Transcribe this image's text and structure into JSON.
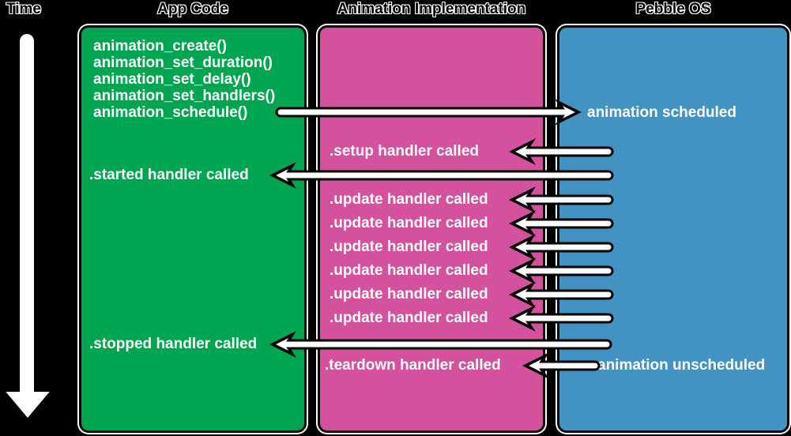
{
  "headers": {
    "time": "Time",
    "app_code": "App Code",
    "animation_implementation": "Animation Implementation",
    "pebble_os": "Pebble OS"
  },
  "colors": {
    "background": "#000000",
    "app_code_bg": "#00A551",
    "impl_bg": "#D4519D",
    "os_bg": "#4293C2",
    "text": "#FFFFFF",
    "arrow_fill": "#FFFFFF",
    "arrow_outline": "#000000"
  },
  "app_code": {
    "calls": [
      "animation_create()",
      "animation_set_duration()",
      "animation_set_delay()",
      "animation_set_handlers()",
      "animation_schedule()"
    ],
    "started_event": ".started handler called",
    "stopped_event": ".stopped handler called"
  },
  "implementation": {
    "setup_event": ".setup handler called",
    "updates": [
      ".update handler called",
      ".update handler called",
      ".update handler called",
      ".update handler called",
      ".update handler called",
      ".update handler called"
    ],
    "teardown_event": ".teardown handler called"
  },
  "pebble_os": {
    "scheduled_event": "animation scheduled",
    "unscheduled_event": "animation unscheduled"
  }
}
